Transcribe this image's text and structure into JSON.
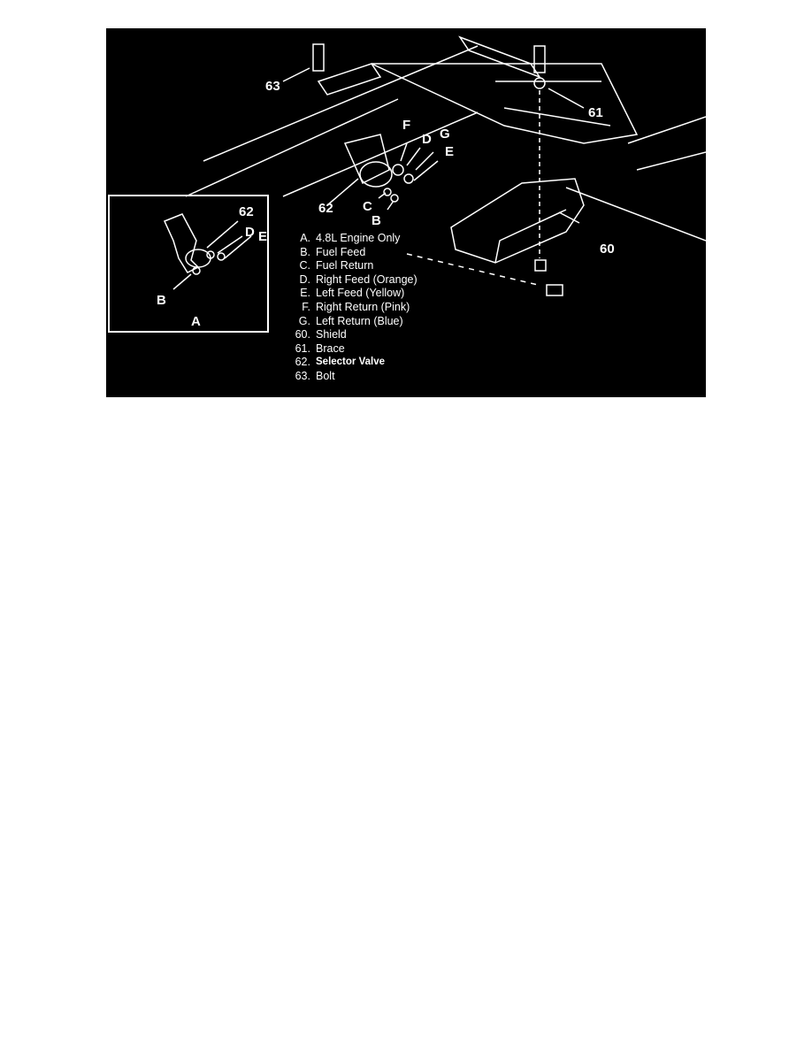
{
  "figure": {
    "callouts": {
      "c63": "63",
      "c61": "61",
      "c60": "60",
      "c62": "62",
      "cF": "F",
      "cD": "D",
      "cG": "G",
      "cE": "E",
      "cC": "C",
      "cB": "B"
    },
    "inset": {
      "c62": "62",
      "cD": "D",
      "cE": "E",
      "cB": "B",
      "caption": "A"
    },
    "legend": [
      {
        "key": "A.",
        "text": "4.8L Engine Only"
      },
      {
        "key": "B.",
        "text": "Fuel Feed"
      },
      {
        "key": "C.",
        "text": "Fuel Return"
      },
      {
        "key": "D.",
        "text": "Right Feed (Orange)"
      },
      {
        "key": "E.",
        "text": "Left Feed (Yellow)"
      },
      {
        "key": "F.",
        "text": "Right Return (Pink)"
      },
      {
        "key": "G.",
        "text": "Left Return (Blue)"
      },
      {
        "key": "60.",
        "text": "Shield"
      },
      {
        "key": "61.",
        "text": "Brace"
      },
      {
        "key": "62.",
        "text": "Selector Valve"
      },
      {
        "key": "63.",
        "text": "Bolt"
      }
    ]
  }
}
